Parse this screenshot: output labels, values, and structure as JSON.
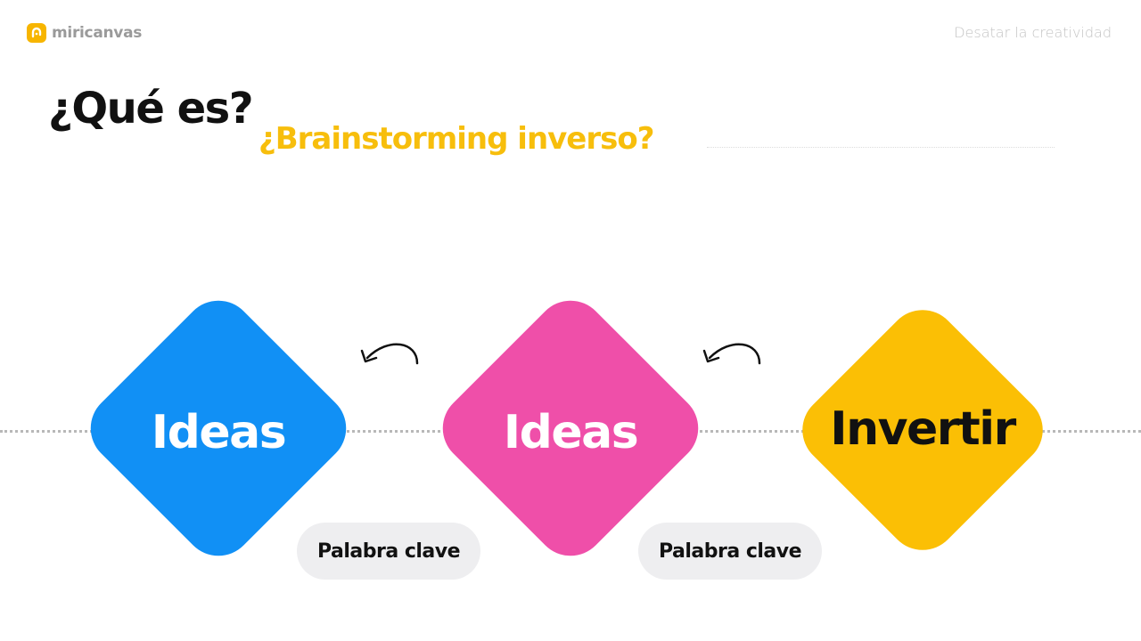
{
  "header": {
    "logo_text": "miricanvas",
    "tagline": "Desatar la creatividad"
  },
  "slide": {
    "title": "¿Qué es?",
    "subtitle": "¿Brainstorming inverso?",
    "steps": [
      {
        "label": "Ideas",
        "color": "#1190F5"
      },
      {
        "label": "Ideas",
        "color": "#EF4FA9"
      },
      {
        "label": "Invertir",
        "color": "#FBBF05"
      }
    ],
    "keywords": [
      {
        "label": "Palabra clave"
      },
      {
        "label": "Palabra clave"
      }
    ]
  },
  "icons": [
    "miricanvas-logo-icon",
    "curved-arrow-left-icon"
  ],
  "colors": {
    "brand": "#F7B500",
    "subtitle": "#F7BE0C"
  }
}
